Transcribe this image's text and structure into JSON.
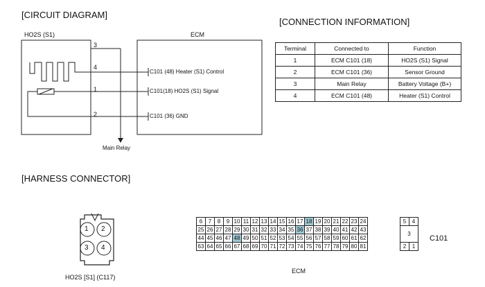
{
  "circuit": {
    "title": "[CIRCUIT DIAGRAM]",
    "sensor_name": "HO2S (S1)",
    "ecm_name": "ECM",
    "wire_numbers": [
      "3",
      "4",
      "1",
      "2"
    ],
    "ecm_labels": {
      "heater": "C101 (48) Heater (S1) Control",
      "signal": "C101(18)  HO2S (S1) Signal",
      "gnd": "C101 (36) GND"
    },
    "main_relay": "Main Relay"
  },
  "connection": {
    "title": "[CONNECTION INFORMATION]",
    "headers": [
      "Terminal",
      "Connected to",
      "Function"
    ],
    "rows": [
      [
        "1",
        "ECM C101 (18)",
        "HO2S (S1) Signal"
      ],
      [
        "2",
        "ECM C101 (36)",
        "Sensor Ground"
      ],
      [
        "3",
        "Main Relay",
        "Battery Voltage (B+)"
      ],
      [
        "4",
        "ECM C101 (48)",
        "Heater (S1) Control"
      ]
    ]
  },
  "harness": {
    "title": "[HARNESS CONNECTOR]",
    "sensor_pins": [
      "1",
      "2",
      "3",
      "4"
    ],
    "sensor_caption": "HO2S [S1] (C117)",
    "ecm_caption": "ECM",
    "connector_name": "C101",
    "grid": [
      [
        "6",
        "7",
        "8",
        "9",
        "10",
        "11",
        "12",
        "13",
        "14",
        "15",
        "16",
        "17",
        "18",
        "19",
        "20",
        "21",
        "22",
        "23",
        "24"
      ],
      [
        "25",
        "26",
        "27",
        "28",
        "29",
        "30",
        "31",
        "32",
        "33",
        "34",
        "35",
        "36",
        "37",
        "38",
        "39",
        "40",
        "41",
        "42",
        "43"
      ],
      [
        "44",
        "45",
        "46",
        "47",
        "48",
        "49",
        "50",
        "51",
        "52",
        "53",
        "54",
        "55",
        "56",
        "57",
        "58",
        "59",
        "60",
        "61",
        "62"
      ],
      [
        "63",
        "64",
        "65",
        "66",
        "67",
        "68",
        "69",
        "70",
        "71",
        "72",
        "73",
        "74",
        "75",
        "76",
        "77",
        "78",
        "79",
        "80",
        "81"
      ]
    ],
    "highlighted": [
      "18",
      "36",
      "48"
    ],
    "side_pins": [
      "5",
      "4",
      "3",
      "2",
      "1"
    ]
  },
  "colors": {
    "highlight": "#9ec7d3",
    "line": "#222222"
  }
}
